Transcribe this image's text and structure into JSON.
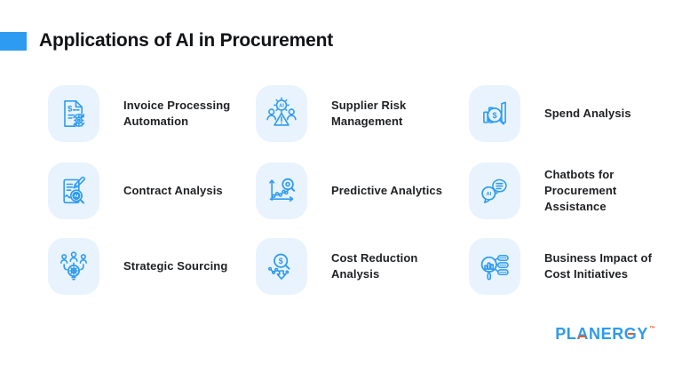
{
  "header": {
    "title": "Applications of AI in Procurement"
  },
  "items": [
    {
      "icon": "invoice-processing-automation-icon",
      "label": "Invoice Processing\nAutomation"
    },
    {
      "icon": "supplier-risk-management-icon",
      "label": "Supplier Risk\nManagement"
    },
    {
      "icon": "spend-analysis-icon",
      "label": "Spend Analysis"
    },
    {
      "icon": "contract-analysis-icon",
      "label": "Contract Analysis"
    },
    {
      "icon": "predictive-analytics-icon",
      "label": "Predictive Analytics"
    },
    {
      "icon": "chatbots-icon",
      "label": "Chatbots for\nProcurement\nAssistance"
    },
    {
      "icon": "strategic-sourcing-icon",
      "label": "Strategic Sourcing"
    },
    {
      "icon": "cost-reduction-analysis-icon",
      "label": "Cost Reduction\nAnalysis"
    },
    {
      "icon": "business-impact-icon",
      "label": "Business Impact of\nCost Initiatives"
    }
  ],
  "icon_text": {
    "ai": "AI",
    "dollar": "$"
  },
  "footer": {
    "brand": "PLANERGY",
    "trademark": "™"
  },
  "colors": {
    "accent": "#2D9CF0",
    "tile_bg": "#E8F3FD",
    "icon_stroke": "#2E9BF0",
    "text": "#1E2023",
    "logo_blue": "#2E9BF0",
    "logo_orange": "#F05A28"
  }
}
